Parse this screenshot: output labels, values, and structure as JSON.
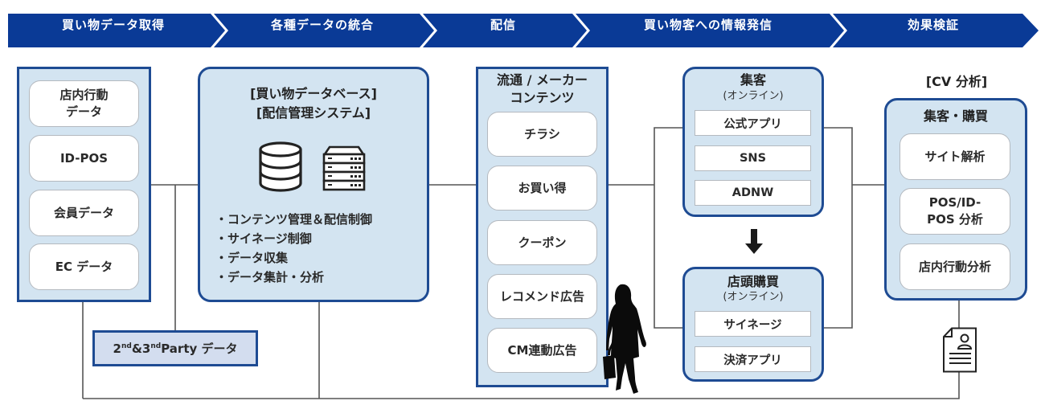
{
  "stages": [
    {
      "label": "買い物データ取得"
    },
    {
      "label": "各種データの統合"
    },
    {
      "label": "配信"
    },
    {
      "label": "買い物客への情報発信"
    },
    {
      "label": "効果検証"
    }
  ],
  "colors": {
    "banner": "#0a3a96",
    "panel_fill": "#d3e4f1",
    "panel_border": "#1e4b93",
    "connector": "#555555",
    "party_fill": "#d3ddef"
  },
  "data_sources": {
    "items": [
      {
        "label": "店内行動\nデータ"
      },
      {
        "label": "ID-POS"
      },
      {
        "label": "会員データ"
      },
      {
        "label": "EC データ"
      }
    ]
  },
  "party_data": {
    "prefix1": "2",
    "sup1": "nd",
    "mid": "&3",
    "sup2": "nd",
    "suffix": "Party データ"
  },
  "database": {
    "title_line1": "[買い物データベース]",
    "title_line2": "[配信管理システム]",
    "icons": [
      "database-icon",
      "server-rack-icon"
    ],
    "bullets": [
      "・コンテンツ管理＆配信制御",
      "・サイネージ制御",
      "・データ収集",
      "・データ集計・分析"
    ]
  },
  "contents": {
    "title_line1": "流通 / メーカー",
    "title_line2": "コンテンツ",
    "items": [
      {
        "label": "チラシ"
      },
      {
        "label": "お買い得"
      },
      {
        "label": "クーポン"
      },
      {
        "label": "レコメンド広告"
      },
      {
        "label": "CM連動広告"
      }
    ],
    "figure": "shopper-silhouette-icon"
  },
  "attract": {
    "title": "集客",
    "subtitle": "(オンライン)",
    "items": [
      {
        "label": "公式アプリ"
      },
      {
        "label": "SNS"
      },
      {
        "label": "ADNW"
      }
    ]
  },
  "flow_arrow": "arrow-down-icon",
  "store_purchase": {
    "title": "店頭購買",
    "subtitle": "(オンライン)",
    "items": [
      {
        "label": "サイネージ"
      },
      {
        "label": "決済アプリ"
      }
    ]
  },
  "cv_analysis": {
    "heading": "[CV 分析]",
    "title": "集客・購買",
    "items": [
      {
        "label": "サイト解析"
      },
      {
        "label": "POS/ID-\nPOS 分析"
      },
      {
        "label": "店内行動分析"
      }
    ],
    "report_icon": "report-document-icon"
  }
}
